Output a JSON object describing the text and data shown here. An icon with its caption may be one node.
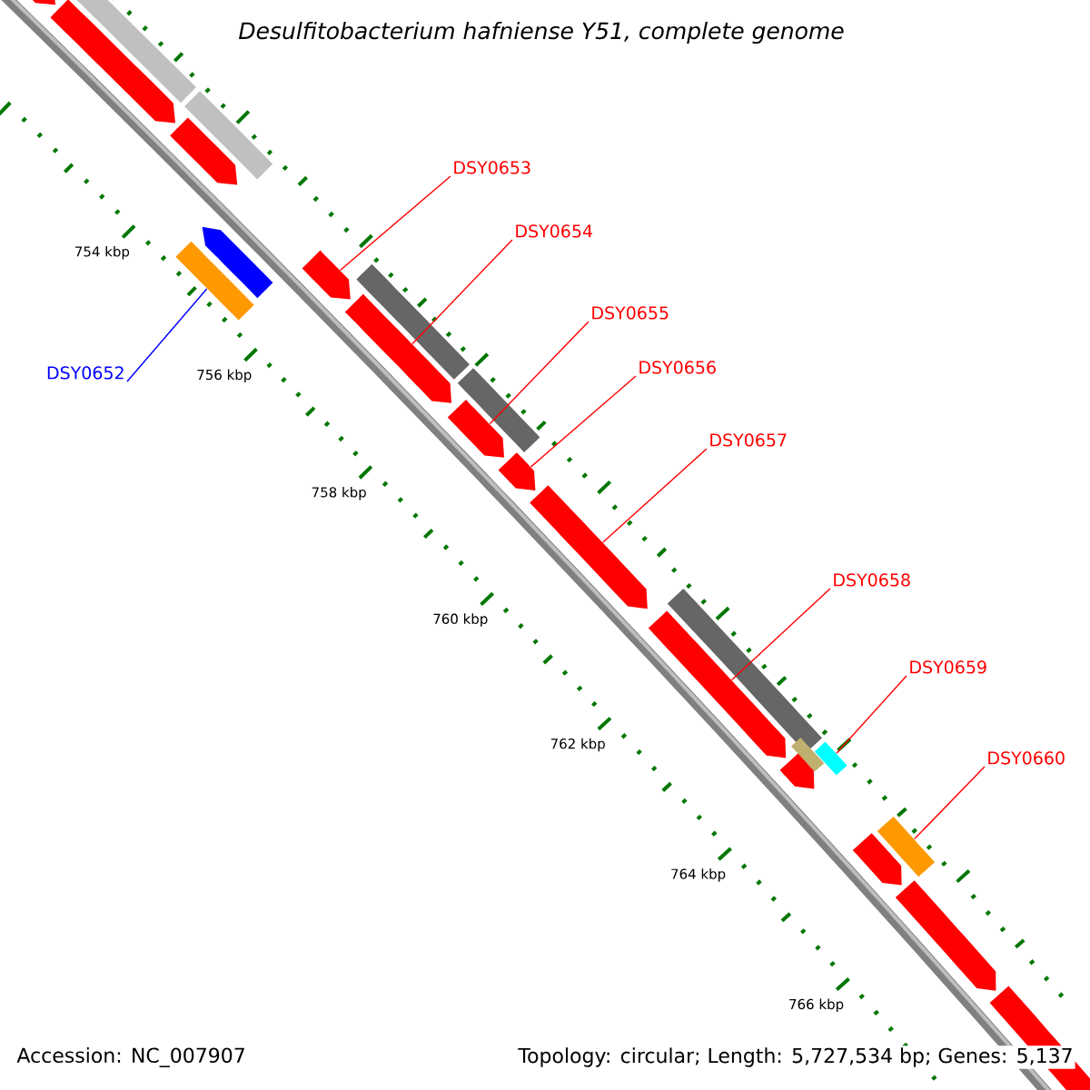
{
  "diagram": {
    "title": "Desulfitobacterium hafniense Y51, complete genome",
    "nodes": [
      {
        "text": [
          "DSY0652"
        ]
      },
      {
        "text": [
          "DSY0653"
        ]
      },
      {
        "text": [
          "DSY0654"
        ]
      },
      {
        "text": [
          "DSY0655"
        ]
      },
      {
        "text": [
          "DSY0656"
        ]
      },
      {
        "text": [
          "DSY0657"
        ]
      },
      {
        "text": [
          "DSY0658"
        ]
      },
      {
        "text": [
          "DSY0659"
        ]
      },
      {
        "text": [
          "DSY0660"
        ]
      },
      {
        "text": [],
        "shape": "box"
      },
      {
        "text": [],
        "shape": "arrow"
      },
      {
        "text": [],
        "shape": "arrow"
      },
      {
        "text": [],
        "shape": "arrow"
      },
      {
        "text": [],
        "shape": "arrow"
      },
      {
        "text": [],
        "shape": "arrow"
      },
      {
        "text": [],
        "shape": "arrow"
      },
      {
        "text": [],
        "shape": "box"
      },
      {
        "text": [],
        "shape": "box"
      },
      {
        "text": [],
        "shape": "arrow"
      },
      {
        "text": [],
        "shape": "arrow"
      },
      {
        "text": [],
        "shape": "arrow"
      },
      {
        "text": [],
        "shape": "arrow"
      },
      {
        "text": [],
        "shape": "arrow"
      },
      {
        "text": [],
        "shape": "arrow"
      },
      {
        "text": [],
        "shape": "arrow"
      },
      {
        "text": [],
        "shape": "box"
      },
      {
        "text": [],
        "shape": "box"
      },
      {
        "text": [],
        "shape": "box"
      },
      {
        "text": [],
        "shape": "box"
      },
      {
        "text": [],
        "shape": "box"
      },
      {
        "text": [],
        "shape": "box"
      },
      {
        "text": [],
        "shape": "arrow"
      }
    ],
    "edges": [
      {
        "from": 0,
        "to": 9,
        "arrow": "none",
        "color": "#0000ff"
      },
      {
        "from": 1,
        "to": 10,
        "arrow": "none"
      },
      {
        "from": 2,
        "to": 11,
        "arrow": "none"
      },
      {
        "from": 3,
        "to": 12,
        "arrow": "none"
      },
      {
        "from": 4,
        "to": 13,
        "arrow": "none"
      },
      {
        "from": 5,
        "to": 14,
        "arrow": "none"
      },
      {
        "from": 6,
        "to": 15,
        "arrow": "none"
      },
      {
        "from": 7,
        "to": 16,
        "arrow": "none"
      },
      {
        "from": 8,
        "to": 17,
        "arrow": "none"
      }
    ],
    "labels": [
      "754 kbp",
      "756 kbp",
      "758 kbp",
      "760 kbp",
      "762 kbp",
      "764 kbp",
      "766 kbp",
      "Accession: NC_007907",
      "Topology: circular; Length: 5,727,534 bp; Genes: 5,137"
    ]
  }
}
